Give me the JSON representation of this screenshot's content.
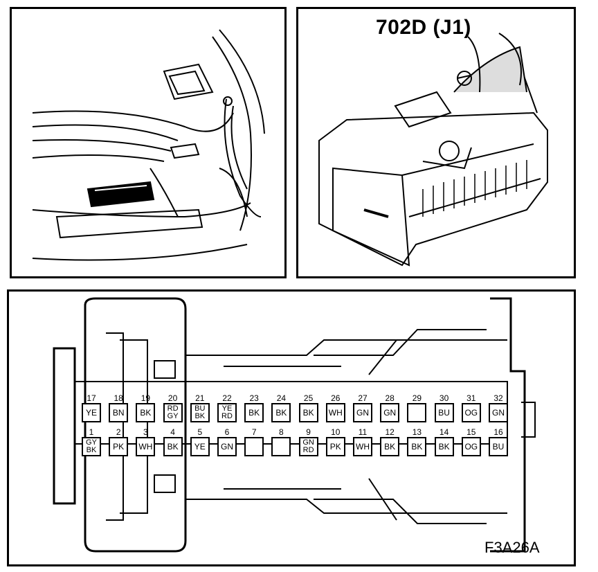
{
  "connector_label": "702D (J1)",
  "figure_id": "F3A26A",
  "pins_top": [
    {
      "num": "17",
      "wire": "YE"
    },
    {
      "num": "18",
      "wire": "BN"
    },
    {
      "num": "19",
      "wire": "BK"
    },
    {
      "num": "20",
      "wire": "RD GY"
    },
    {
      "num": "21",
      "wire": "BU BK"
    },
    {
      "num": "22",
      "wire": "YE RD"
    },
    {
      "num": "23",
      "wire": "BK"
    },
    {
      "num": "24",
      "wire": "BK"
    },
    {
      "num": "25",
      "wire": "BK"
    },
    {
      "num": "26",
      "wire": "WH"
    },
    {
      "num": "27",
      "wire": "GN"
    },
    {
      "num": "28",
      "wire": "GN"
    },
    {
      "num": "29",
      "wire": ""
    },
    {
      "num": "30",
      "wire": "BU"
    },
    {
      "num": "31",
      "wire": "OG"
    },
    {
      "num": "32",
      "wire": "GN"
    }
  ],
  "pins_bottom": [
    {
      "num": "1",
      "wire": "GY BK"
    },
    {
      "num": "2",
      "wire": "PK"
    },
    {
      "num": "3",
      "wire": "WH"
    },
    {
      "num": "4",
      "wire": "BK"
    },
    {
      "num": "5",
      "wire": "YE"
    },
    {
      "num": "6",
      "wire": "GN"
    },
    {
      "num": "7",
      "wire": ""
    },
    {
      "num": "8",
      "wire": ""
    },
    {
      "num": "9",
      "wire": "GN RD"
    },
    {
      "num": "10",
      "wire": "PK"
    },
    {
      "num": "11",
      "wire": "WH"
    },
    {
      "num": "12",
      "wire": "BK"
    },
    {
      "num": "13",
      "wire": "BK"
    },
    {
      "num": "14",
      "wire": "BK"
    },
    {
      "num": "15",
      "wire": "OG"
    },
    {
      "num": "16",
      "wire": "BU"
    }
  ]
}
